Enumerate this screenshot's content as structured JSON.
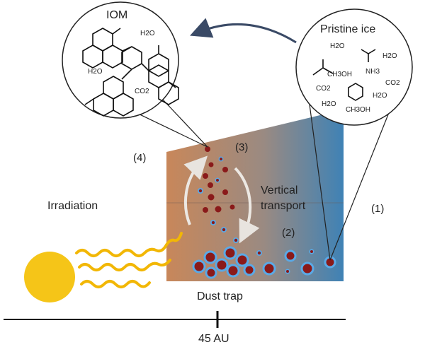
{
  "labels": {
    "iom": "IOM",
    "pristine_ice": "Pristine ice",
    "irradiation": "Irradiation",
    "vertical_line1": "Vertical",
    "vertical_line2": "transport",
    "dust_trap": "Dust trap",
    "axis_mark": "45 AU",
    "step1": "(1)",
    "step2": "(2)",
    "step3": "(3)",
    "step4": "(4)"
  },
  "iom_molecules": {
    "h2o_a": "H2O",
    "h2o_b": "H2O",
    "co2": "CO2"
  },
  "pristine_molecules": {
    "h2o_1": "H2O",
    "h2o_2": "H2O",
    "h2o_3": "H2O",
    "h2o_4": "H2O",
    "ch3oh_1": "CH3OH",
    "ch3oh_2": "CH3OH",
    "nh3": "NH3",
    "co2_1": "CO2",
    "co2_2": "CO2"
  },
  "colors": {
    "sun": "#f5c518",
    "wave": "#f2b705",
    "grain_core": "#8a1a1a",
    "ice_mantle": "#5aa9e6",
    "panel_warm": "#c8875a",
    "panel_cool": "#3f82b5",
    "arrow_dark": "#3a4a66"
  }
}
